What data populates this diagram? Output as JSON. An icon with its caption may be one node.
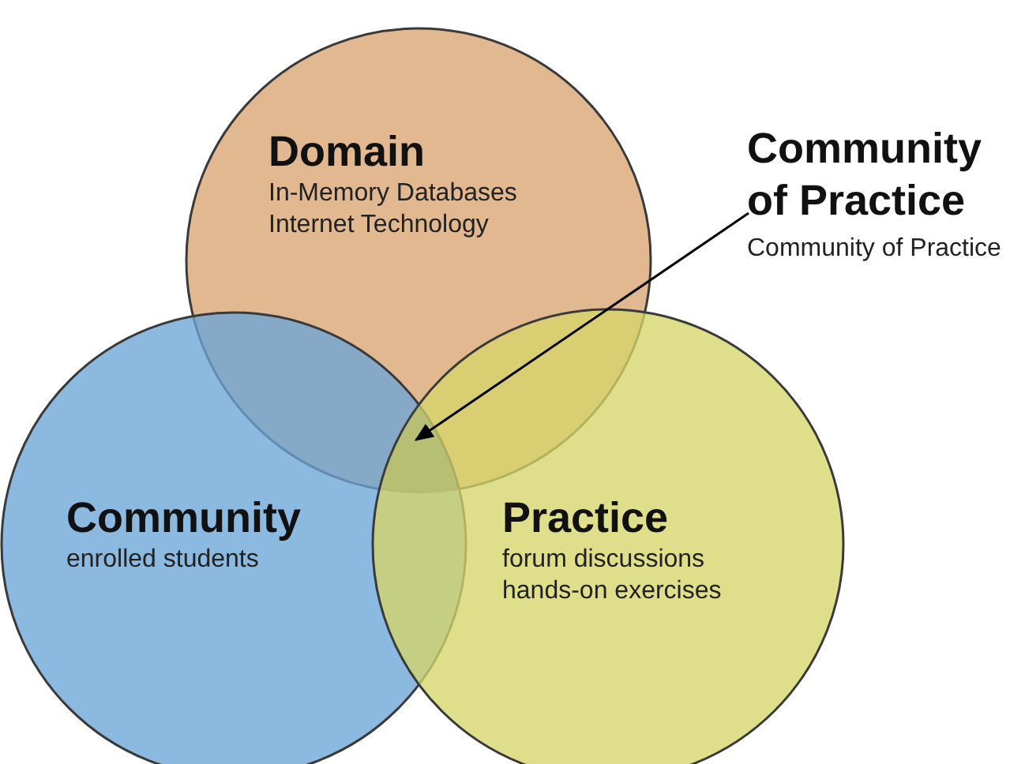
{
  "diagram": {
    "nodes": [
      {
        "text": [
          "Domain",
          "In-Memory Databases Internet Technology"
        ]
      },
      {
        "text": [
          "Community",
          "enrolled students"
        ]
      },
      {
        "text": [
          "Practice",
          "forum discussions hands-on exercises"
        ]
      },
      {
        "text": [
          "Community of Practice",
          "Community of Practice"
        ]
      },
      {
        "text": [],
        "shape": "region"
      }
    ],
    "edges": [
      {
        "from": 3,
        "to": 4,
        "arrow": "to"
      }
    ]
  }
}
